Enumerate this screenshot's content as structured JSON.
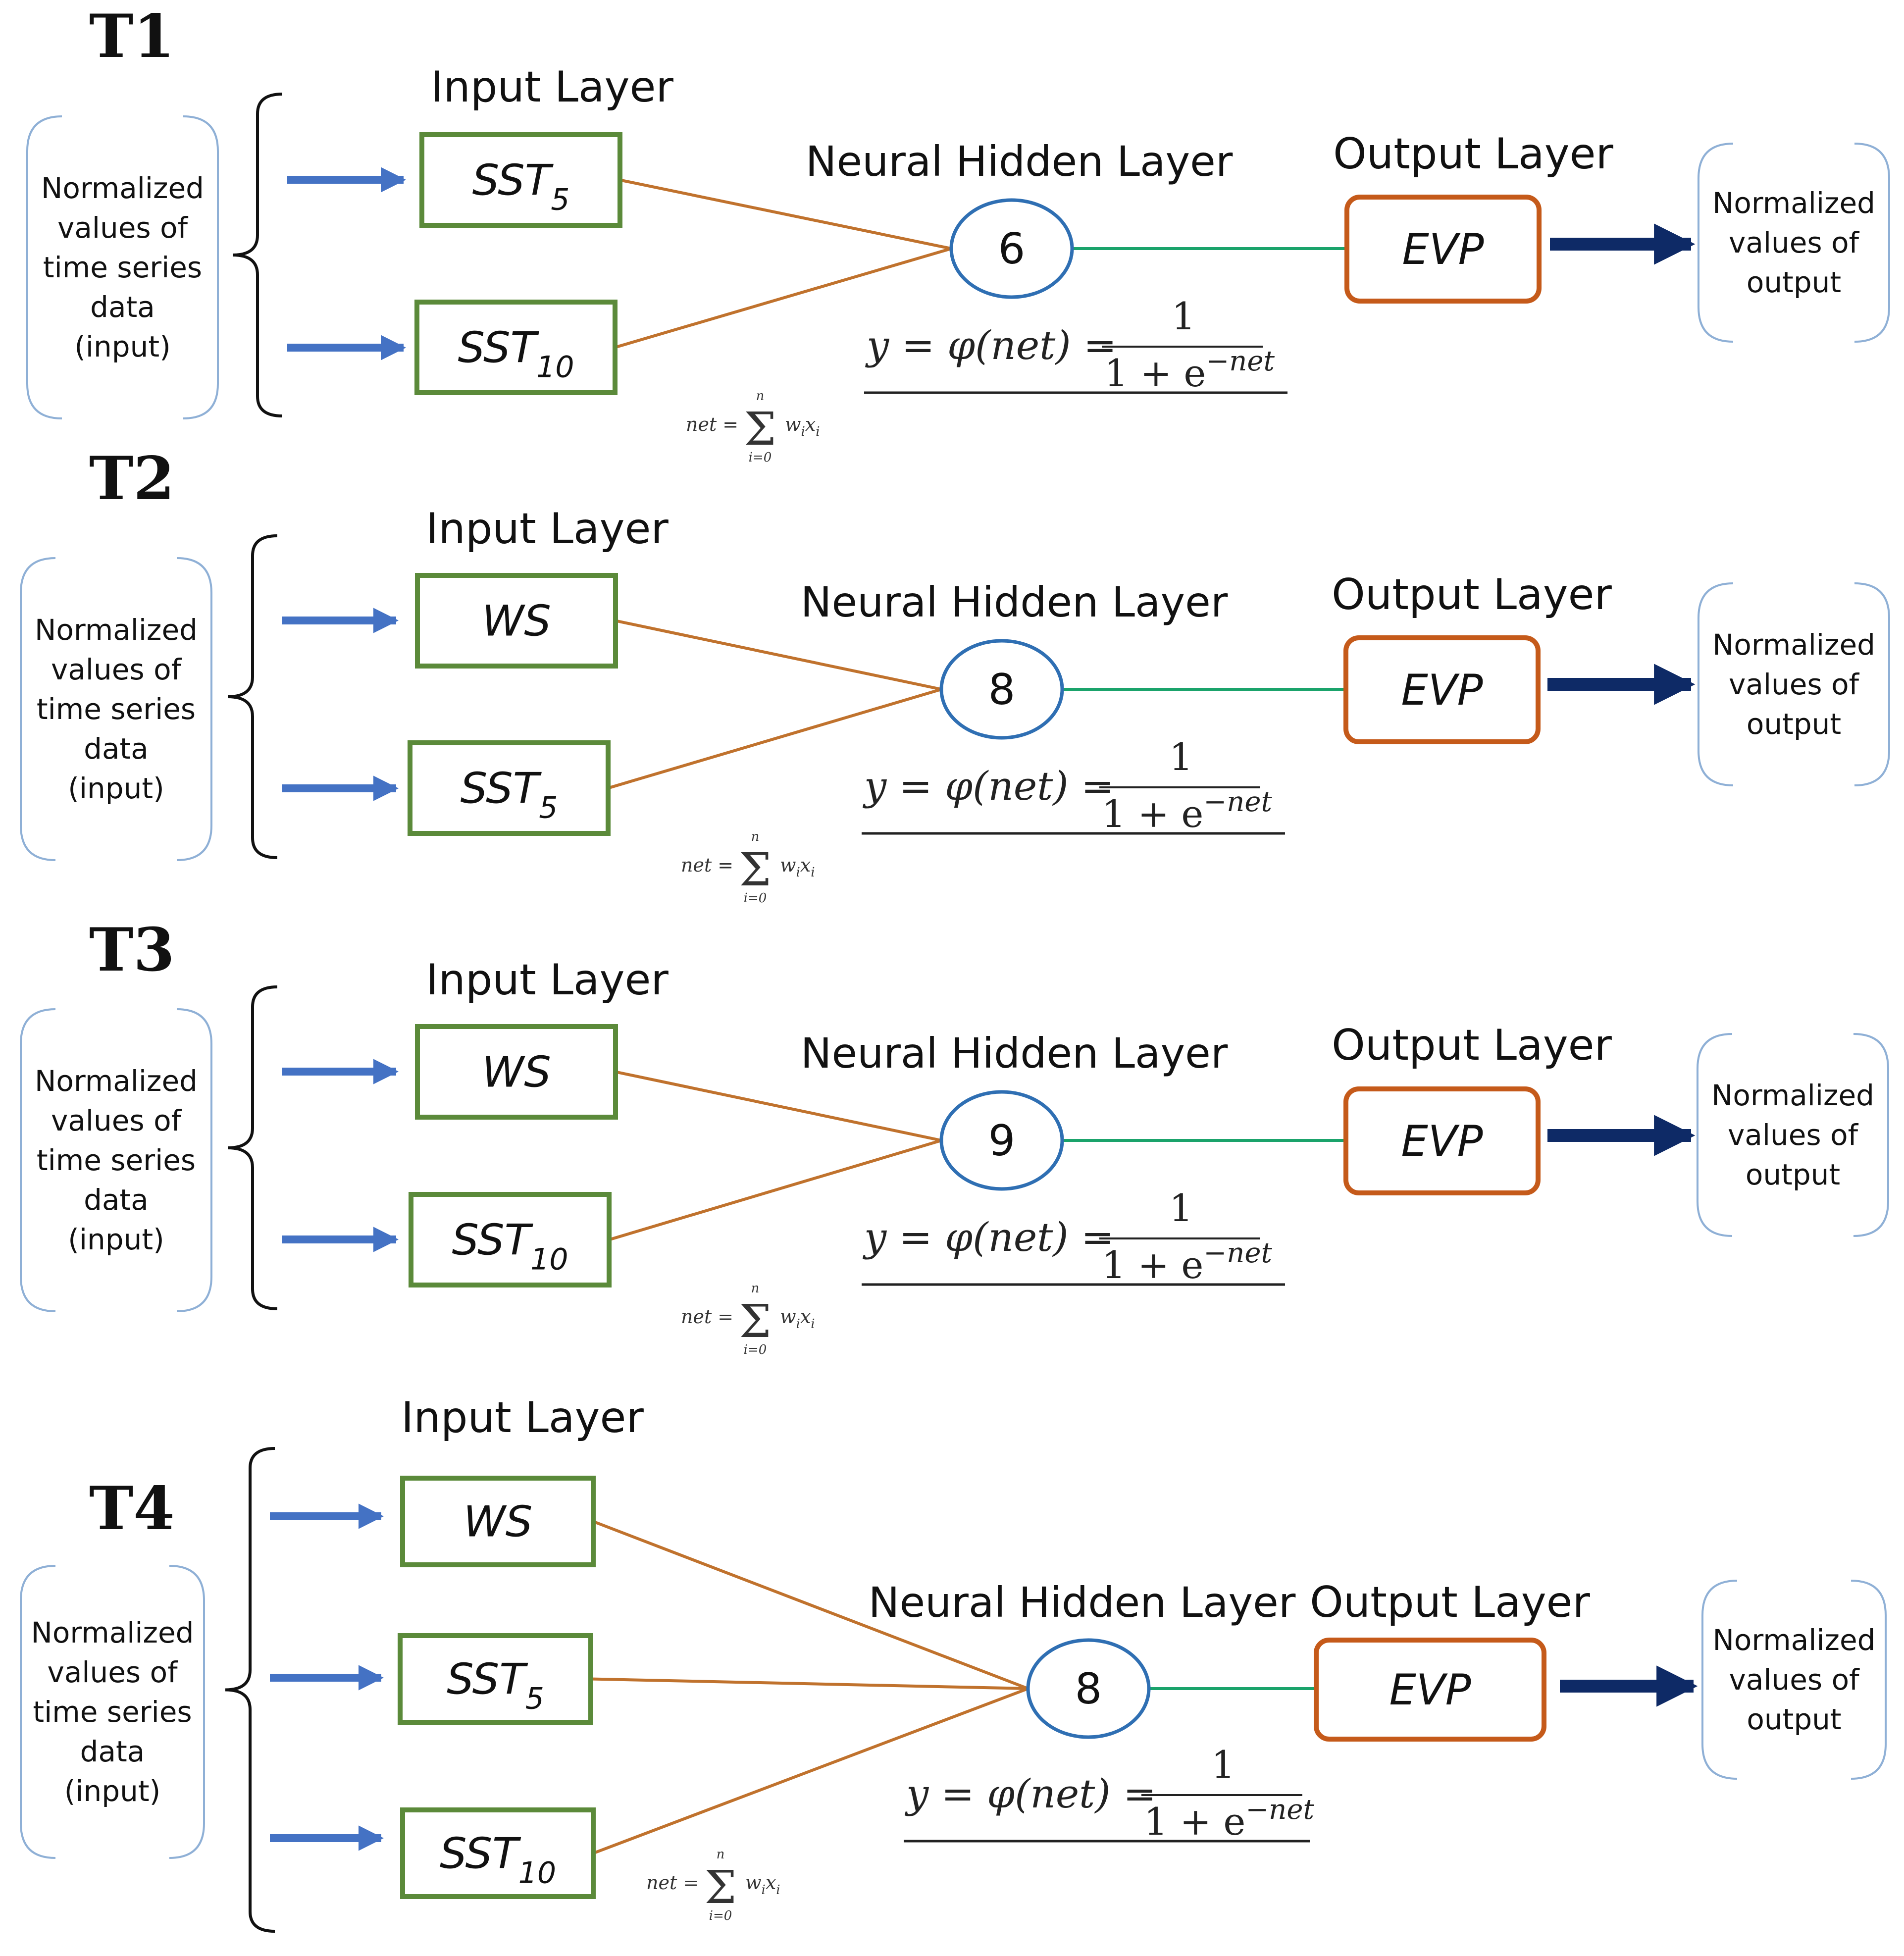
{
  "panels": [
    {
      "title": "T1",
      "input_layer_label": "Input Layer",
      "hidden_layer_label": "Neural Hidden Layer",
      "output_layer_label": "Output Layer",
      "input_side_text": [
        "Normalized",
        "values of",
        "time series",
        "data",
        "(input)"
      ],
      "output_side_text": [
        "Normalized",
        "values of",
        "output"
      ],
      "inputs": [
        {
          "base": "SST",
          "sub": "5"
        },
        {
          "base": "SST",
          "sub": "10"
        }
      ],
      "hidden_neurons": "6",
      "output_node": "EVP",
      "activation": {
        "lhs": "y = φ(net) =",
        "numerator": "1",
        "denominator": "1 + e",
        "exponent": "−net"
      },
      "net_formula": {
        "lhs": "net =",
        "upper": "n",
        "lower": "i=0",
        "term": "w",
        "term_sub": "i",
        "term2": "x",
        "term2_sub": "i"
      }
    },
    {
      "title": "T2",
      "input_layer_label": "Input Layer",
      "hidden_layer_label": "Neural Hidden Layer",
      "output_layer_label": "Output Layer",
      "input_side_text": [
        "Normalized",
        "values of",
        "time series",
        "data",
        "(input)"
      ],
      "output_side_text": [
        "Normalized",
        "values of",
        "output"
      ],
      "inputs": [
        {
          "base": "WS",
          "sub": ""
        },
        {
          "base": "SST",
          "sub": "5"
        }
      ],
      "hidden_neurons": "8",
      "output_node": "EVP",
      "activation": {
        "lhs": "y = φ(net) =",
        "numerator": "1",
        "denominator": "1 + e",
        "exponent": "−net"
      },
      "net_formula": {
        "lhs": "net =",
        "upper": "n",
        "lower": "i=0",
        "term": "w",
        "term_sub": "i",
        "term2": "x",
        "term2_sub": "i"
      }
    },
    {
      "title": "T3",
      "input_layer_label": "Input Layer",
      "hidden_layer_label": "Neural Hidden Layer",
      "output_layer_label": "Output Layer",
      "input_side_text": [
        "Normalized",
        "values of",
        "time series",
        "data",
        "(input)"
      ],
      "output_side_text": [
        "Normalized",
        "values of",
        "output"
      ],
      "inputs": [
        {
          "base": "WS",
          "sub": ""
        },
        {
          "base": "SST",
          "sub": "10"
        }
      ],
      "hidden_neurons": "9",
      "output_node": "EVP",
      "activation": {
        "lhs": "y = φ(net) =",
        "numerator": "1",
        "denominator": "1 + e",
        "exponent": "−net"
      },
      "net_formula": {
        "lhs": "net =",
        "upper": "n",
        "lower": "i=0",
        "term": "w",
        "term_sub": "i",
        "term2": "x",
        "term2_sub": "i"
      }
    },
    {
      "title": "T4",
      "input_layer_label": "Input Layer",
      "hidden_layer_label": "Neural Hidden Layer",
      "output_layer_label": "Output Layer",
      "input_side_text": [
        "Normalized",
        "values of",
        "time series",
        "data",
        "(input)"
      ],
      "output_side_text": [
        "Normalized",
        "values of",
        "output"
      ],
      "inputs": [
        {
          "base": "WS",
          "sub": ""
        },
        {
          "base": "SST",
          "sub": "5"
        },
        {
          "base": "SST",
          "sub": "10"
        }
      ],
      "hidden_neurons": "8",
      "output_node": "EVP",
      "activation": {
        "lhs": "y = φ(net) =",
        "numerator": "1",
        "denominator": "1 + e",
        "exponent": "−net"
      },
      "net_formula": {
        "lhs": "net =",
        "upper": "n",
        "lower": "i=0",
        "term": "w",
        "term_sub": "i",
        "term2": "x",
        "term2_sub": "i"
      }
    }
  ],
  "colors": {
    "input_box": "#5b8a3a",
    "output_box": "#c55a1a",
    "connection": "#c0722d",
    "hidden_to_output": "#1aa36b",
    "neuron": "#2f6fb3",
    "input_arrow": "#4472c4",
    "output_arrow": "#0e2a66",
    "brace_box": "#8fb0d6"
  }
}
